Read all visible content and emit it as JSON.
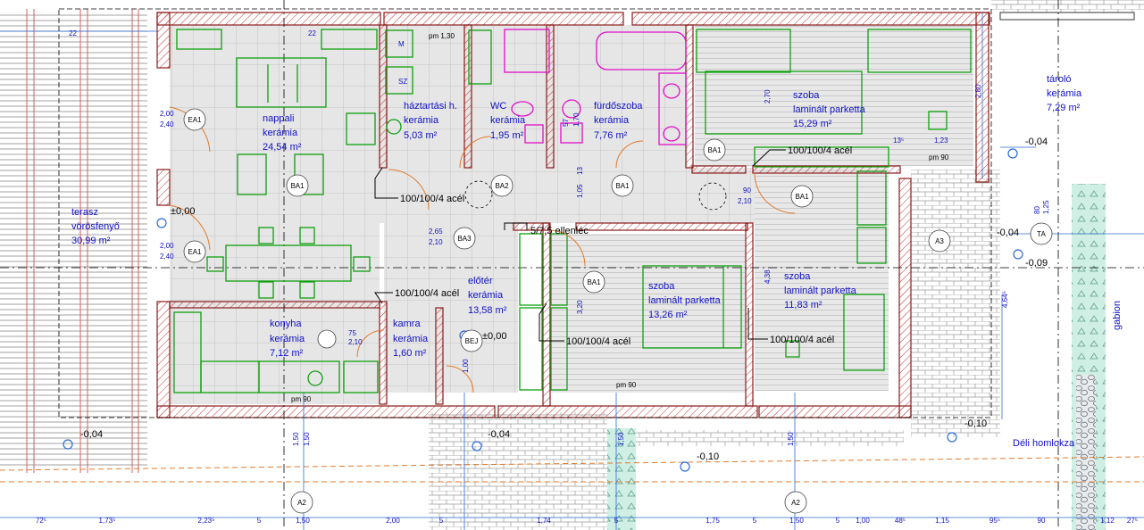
{
  "rooms": [
    {
      "id": "nappali",
      "name": "nappali",
      "finish": "kerámia",
      "area": "24,54 m²"
    },
    {
      "id": "haztartasi",
      "name": "háztartási h.",
      "finish": "kerámia",
      "area": "5,03 m²"
    },
    {
      "id": "wc",
      "name": "WC",
      "finish": "kerámia",
      "area": "1,95 m²"
    },
    {
      "id": "furdo",
      "name": "fürdőszoba",
      "finish": "kerámia",
      "area": "7,76 m²"
    },
    {
      "id": "szoba1",
      "name": "szoba",
      "finish": "laminált parketta",
      "area": "15,29 m²"
    },
    {
      "id": "tarolo",
      "name": "tároló",
      "finish": "kerámia",
      "area": "7,29 m²"
    },
    {
      "id": "terasz",
      "name": "terasz",
      "finish": "vörösfenyő",
      "area": "30,99 m²"
    },
    {
      "id": "eloter",
      "name": "előtér",
      "finish": "kerámia",
      "area": "13,58 m²"
    },
    {
      "id": "szoba2",
      "name": "szoba",
      "finish": "laminált parketta",
      "area": "13,26 m²"
    },
    {
      "id": "szoba3",
      "name": "szoba",
      "finish": "laminált parketta",
      "area": "11,83 m²"
    },
    {
      "id": "konyha",
      "name": "konyha",
      "finish": "kerámia",
      "area": "7,12 m²"
    },
    {
      "id": "kamra",
      "name": "kamra",
      "finish": "kerámia",
      "area": "1,60 m²"
    }
  ],
  "beams": {
    "acel": "100/100/4 acél",
    "ellenlec": "5/7,5 ellenléc"
  },
  "tags": {
    "ea1": "EA1",
    "ba1": "BA1",
    "ba2": "BA2",
    "ba3": "BA3",
    "bej": "BEJ",
    "a2": "A2",
    "a3": "A3",
    "ta": "TA"
  },
  "levels": {
    "zero": "±0,00",
    "m004": "-0,04",
    "m009": "-0,09",
    "m010": "-0,10"
  },
  "notes": {
    "pm130": "pm 1,30",
    "pm90": "pm 90",
    "gabion": "gabion",
    "deli": "Déli homlokza"
  },
  "fixtures": {
    "m": "M",
    "sz": "SZ"
  },
  "dims_bottom": [
    "72⁵",
    "1,73⁵",
    "2,23⁵",
    "5",
    "1,50",
    "2,00",
    "5",
    "1,74",
    "5",
    "1,75",
    "5",
    "1,50",
    "5",
    "1,00",
    "48⁵",
    "1,15",
    "95⁵",
    "90",
    "1,12",
    "27⁵"
  ],
  "dims_misc": {
    "d22": "22",
    "d200": "2,00",
    "d240": "2,40",
    "d265": "2,65",
    "d210": "2,10",
    "d75": "75",
    "d90": "90",
    "d270": "2,70",
    "d280": "2,80",
    "d438": "4,38",
    "d464": "4,64⁵",
    "d320": "3,20",
    "d150": "1,50",
    "d135": "13⁵",
    "d123": "1,23",
    "d105": "1,05",
    "d13": "13",
    "d100": "1,00",
    "d210b": "2,10",
    "d80": "80",
    "d125": "1,25",
    "d57": "57",
    "d170": "1,70"
  }
}
